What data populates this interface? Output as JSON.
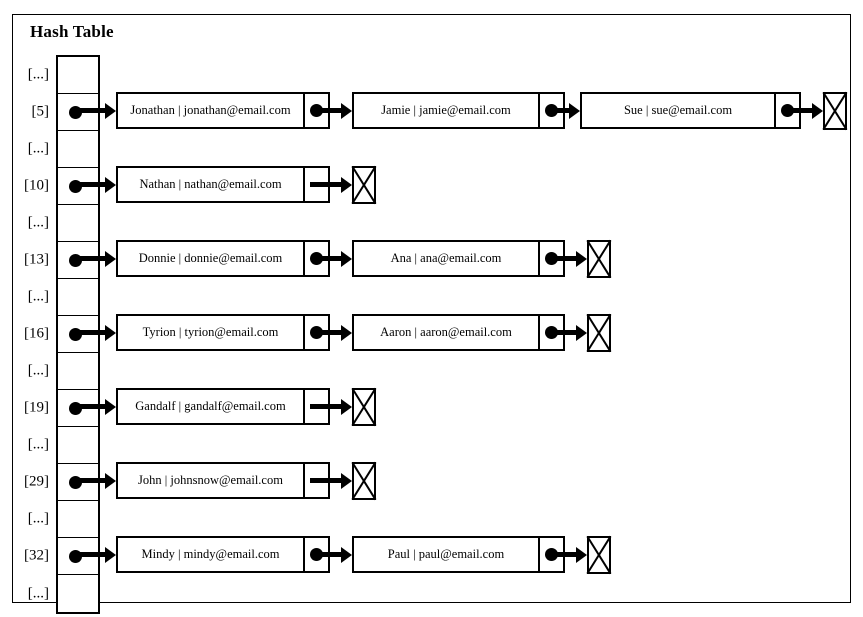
{
  "diagram": {
    "title": "Hash Table",
    "type": "hash-table-separate-chaining",
    "ellipsis_label": "[...]",
    "null_marker": "null",
    "colors": {
      "stroke": "#000000",
      "background": "#ffffff"
    },
    "buckets": [
      {
        "label": "[...]",
        "occupied": false,
        "nodes": []
      },
      {
        "label": "[5]",
        "occupied": true,
        "nodes": [
          {
            "name": "Jonathan",
            "email": "jonathan@email.com",
            "text": "Jonathan | jonathan@email.com",
            "has_pointer_dot": true
          },
          {
            "name": "Jamie",
            "email": "jamie@email.com",
            "text": "Jamie | jamie@email.com",
            "has_pointer_dot": true
          },
          {
            "name": "Sue",
            "email": "sue@email.com",
            "text": "Sue | sue@email.com",
            "has_pointer_dot": true
          }
        ]
      },
      {
        "label": "[...]",
        "occupied": false,
        "nodes": []
      },
      {
        "label": "[10]",
        "occupied": true,
        "nodes": [
          {
            "name": "Nathan",
            "email": "nathan@email.com",
            "text": "Nathan | nathan@email.com",
            "has_pointer_dot": false
          }
        ]
      },
      {
        "label": "[...]",
        "occupied": false,
        "nodes": []
      },
      {
        "label": "[13]",
        "occupied": true,
        "nodes": [
          {
            "name": "Donnie",
            "email": "donnie@email.com",
            "text": "Donnie | donnie@email.com",
            "has_pointer_dot": true
          },
          {
            "name": "Ana",
            "email": "ana@email.com",
            "text": "Ana | ana@email.com",
            "has_pointer_dot": true
          }
        ]
      },
      {
        "label": "[...]",
        "occupied": false,
        "nodes": []
      },
      {
        "label": "[16]",
        "occupied": true,
        "nodes": [
          {
            "name": "Tyrion",
            "email": "tyrion@email.com",
            "text": "Tyrion | tyrion@email.com",
            "has_pointer_dot": true
          },
          {
            "name": "Aaron",
            "email": "aaron@email.com",
            "text": "Aaron | aaron@email.com",
            "has_pointer_dot": true
          }
        ]
      },
      {
        "label": "[...]",
        "occupied": false,
        "nodes": []
      },
      {
        "label": "[19]",
        "occupied": true,
        "nodes": [
          {
            "name": "Gandalf",
            "email": "gandalf@email.com",
            "text": "Gandalf | gandalf@email.com",
            "has_pointer_dot": false
          }
        ]
      },
      {
        "label": "[...]",
        "occupied": false,
        "nodes": []
      },
      {
        "label": "[29]",
        "occupied": true,
        "nodes": [
          {
            "name": "John",
            "email": "johnsnow@email.com",
            "text": "John | johnsnow@email.com",
            "has_pointer_dot": false
          }
        ]
      },
      {
        "label": "[...]",
        "occupied": false,
        "nodes": []
      },
      {
        "label": "[32]",
        "occupied": true,
        "nodes": [
          {
            "name": "Mindy",
            "email": "mindy@email.com",
            "text": "Mindy | mindy@email.com",
            "has_pointer_dot": true
          },
          {
            "name": "Paul",
            "email": "paul@email.com",
            "text": "Paul | paul@email.com",
            "has_pointer_dot": true
          }
        ]
      },
      {
        "label": "[...]",
        "occupied": false,
        "nodes": []
      }
    ]
  }
}
